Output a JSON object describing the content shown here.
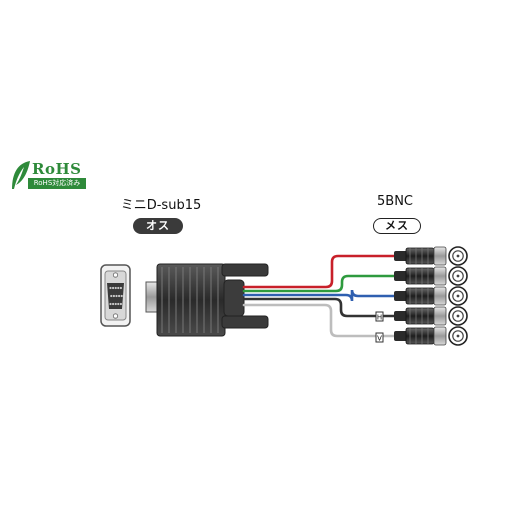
{
  "badge": {
    "main": "RoHS",
    "sub": "RoHS対応済み",
    "color": "#2e8a3a"
  },
  "connector_left": {
    "name": "ミニD-sub15",
    "gender": "オス"
  },
  "connector_right": {
    "name": "5BNC",
    "gender": "メス"
  },
  "wire_colors": [
    "#c8202a",
    "#2e9a3e",
    "#2f5fb0",
    "#333333",
    "#bdbdbd"
  ],
  "wire_markers": [
    "H",
    "V"
  ]
}
